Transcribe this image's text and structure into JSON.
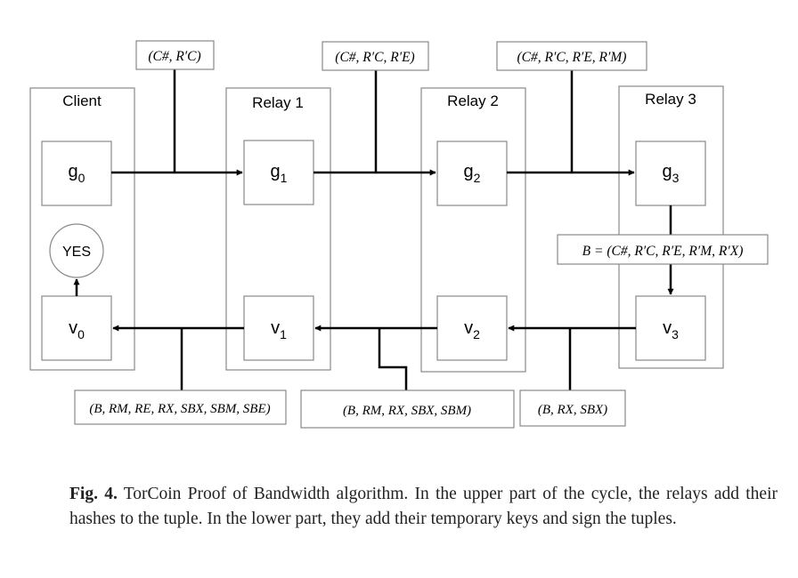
{
  "diagram": {
    "columns": [
      {
        "title": "Client",
        "upper_node": {
          "base": "g",
          "sub": "0"
        },
        "lower_node": {
          "base": "v",
          "sub": "0"
        }
      },
      {
        "title": "Relay 1",
        "upper_node": {
          "base": "g",
          "sub": "1"
        },
        "lower_node": {
          "base": "v",
          "sub": "1"
        }
      },
      {
        "title": "Relay 2",
        "upper_node": {
          "base": "g",
          "sub": "2"
        },
        "lower_node": {
          "base": "v",
          "sub": "2"
        }
      },
      {
        "title": "Relay 3",
        "upper_node": {
          "base": "g",
          "sub": "3"
        },
        "lower_node": {
          "base": "v",
          "sub": "3"
        }
      }
    ],
    "yes_label": "YES",
    "tuples": {
      "top_1": "(C#, R′C)",
      "top_2": "(C#, R′C, R′E)",
      "top_3": "(C#, R′C, R′E, R′M)",
      "b_def": "B = (C#, R′C, R′E, R′M, R′X)",
      "bottom_3": "(B, RX, SBX)",
      "bottom_2": "(B, RM, RX, SBX, SBM)",
      "bottom_1": "(B, RM, RE, RX, SBX, SBM, SBE)"
    }
  },
  "caption": {
    "label": "Fig. 4.",
    "text": "TorCoin Proof of Bandwidth algorithm. In the upper part of the cycle, the relays add their hashes to the tuple. In the lower part, they add their temporary keys and sign the tuples."
  }
}
